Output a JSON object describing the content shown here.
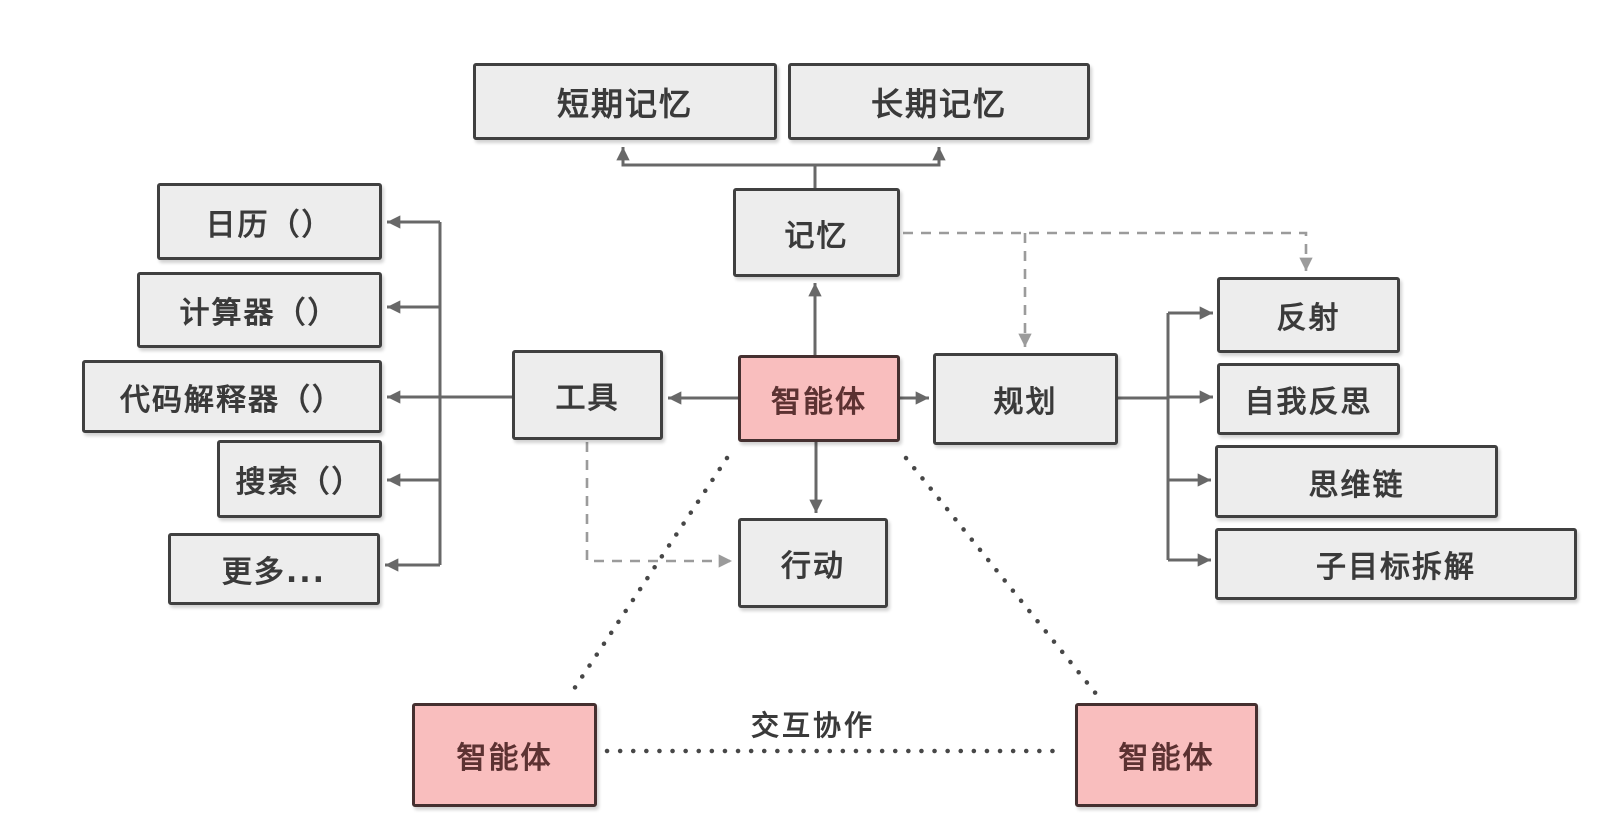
{
  "diagram": {
    "title": "agent-architecture-diagram",
    "colors": {
      "bg": "#ffffff",
      "node-fill": "#ededed",
      "node-border": "#404040",
      "node-text": "#3a3a3a",
      "agent-fill": "#f9bebe",
      "agent-border": "#453030",
      "agent-text": "#5c3232",
      "edge-solid": "#686868",
      "edge-dashed": "#9b9b9b",
      "edge-dotted": "#474747"
    },
    "nodes": {
      "short_term_memory": {
        "label": "短期记忆"
      },
      "long_term_memory": {
        "label": "长期记忆"
      },
      "memory": {
        "label": "记忆"
      },
      "tools": {
        "label": "工具"
      },
      "agent": {
        "label": "智能体"
      },
      "planning": {
        "label": "规划"
      },
      "action": {
        "label": "行动"
      },
      "calendar": {
        "label": "日历（）"
      },
      "calculator": {
        "label": "计算器（）"
      },
      "code_interpreter": {
        "label": "代码解释器（）"
      },
      "search": {
        "label": "搜索（）"
      },
      "more": {
        "label": "更多..."
      },
      "reflection": {
        "label": "反射"
      },
      "self_reflection": {
        "label": "自我反思"
      },
      "chain_of_thought": {
        "label": "思维链"
      },
      "subgoal_decomposition": {
        "label": "子目标拆解"
      },
      "agent_left": {
        "label": "智能体"
      },
      "agent_right": {
        "label": "智能体"
      }
    },
    "edge_labels": {
      "collaboration": "交互协作"
    }
  }
}
